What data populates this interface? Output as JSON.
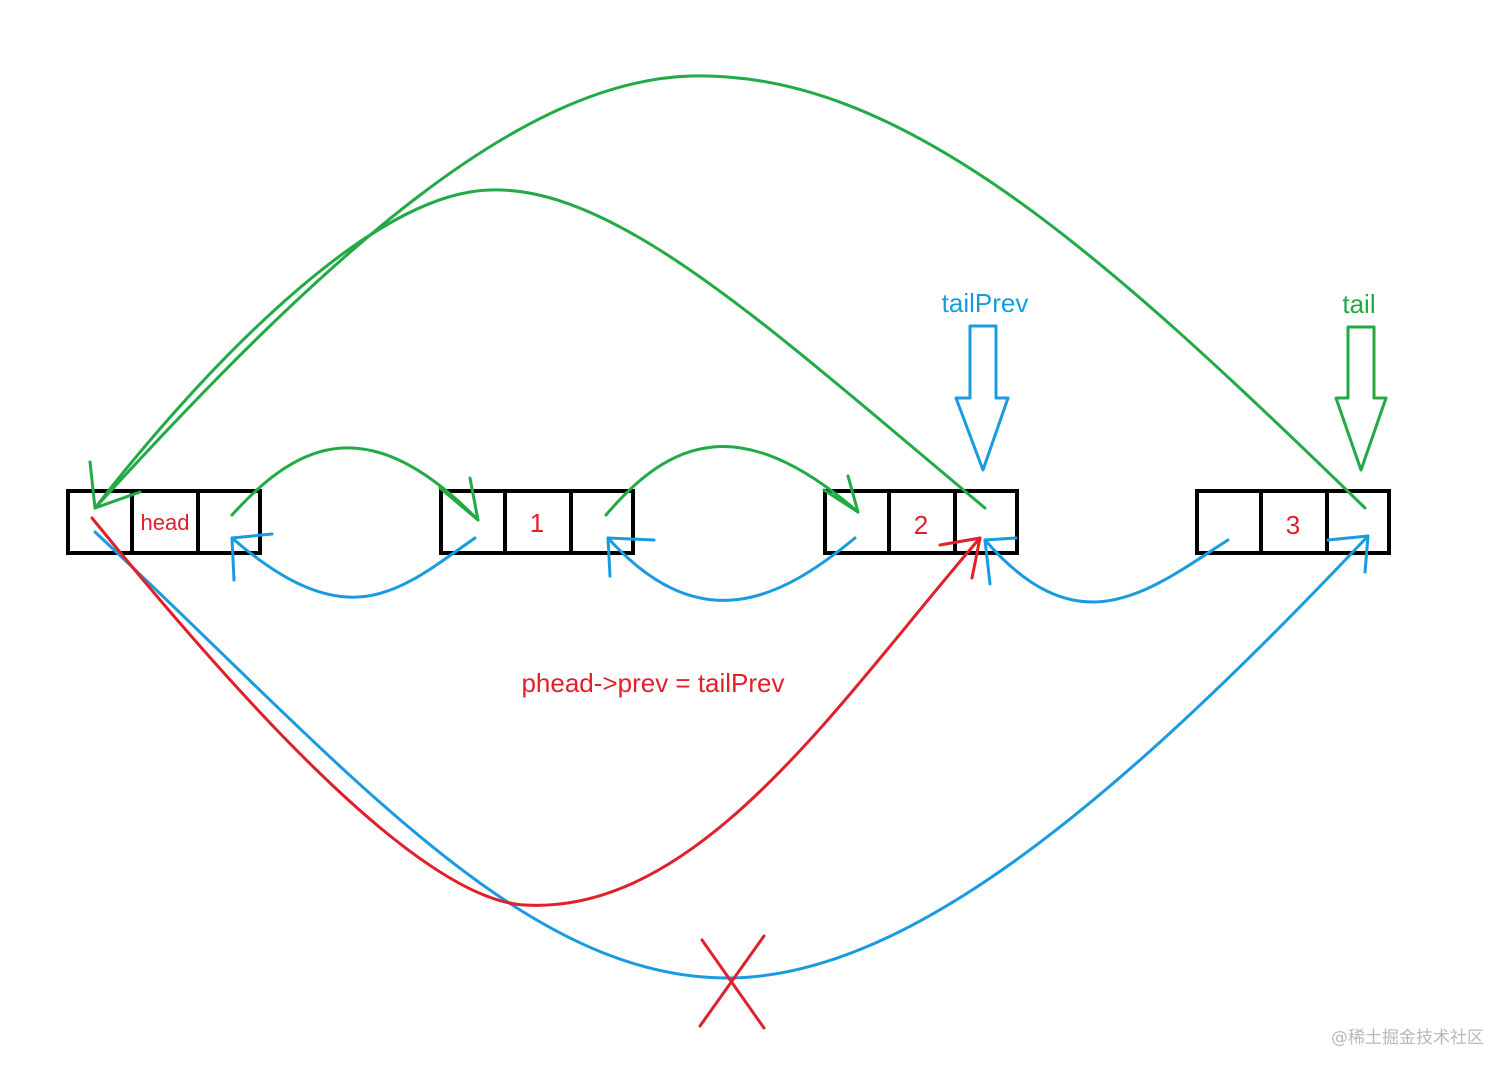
{
  "nodes": [
    {
      "value": "head"
    },
    {
      "value": "1"
    },
    {
      "value": "2"
    },
    {
      "value": "3"
    }
  ],
  "labels": {
    "tail_prev": "tailPrev",
    "tail": "tail",
    "assignment": "phead->prev = tailPrev"
  },
  "watermark": "@稀土掘金技术社区",
  "colors": {
    "next_link": "#22aa44",
    "prev_link": "#1a9be0",
    "new_link": "#e0202a",
    "node_border": "#000000"
  }
}
